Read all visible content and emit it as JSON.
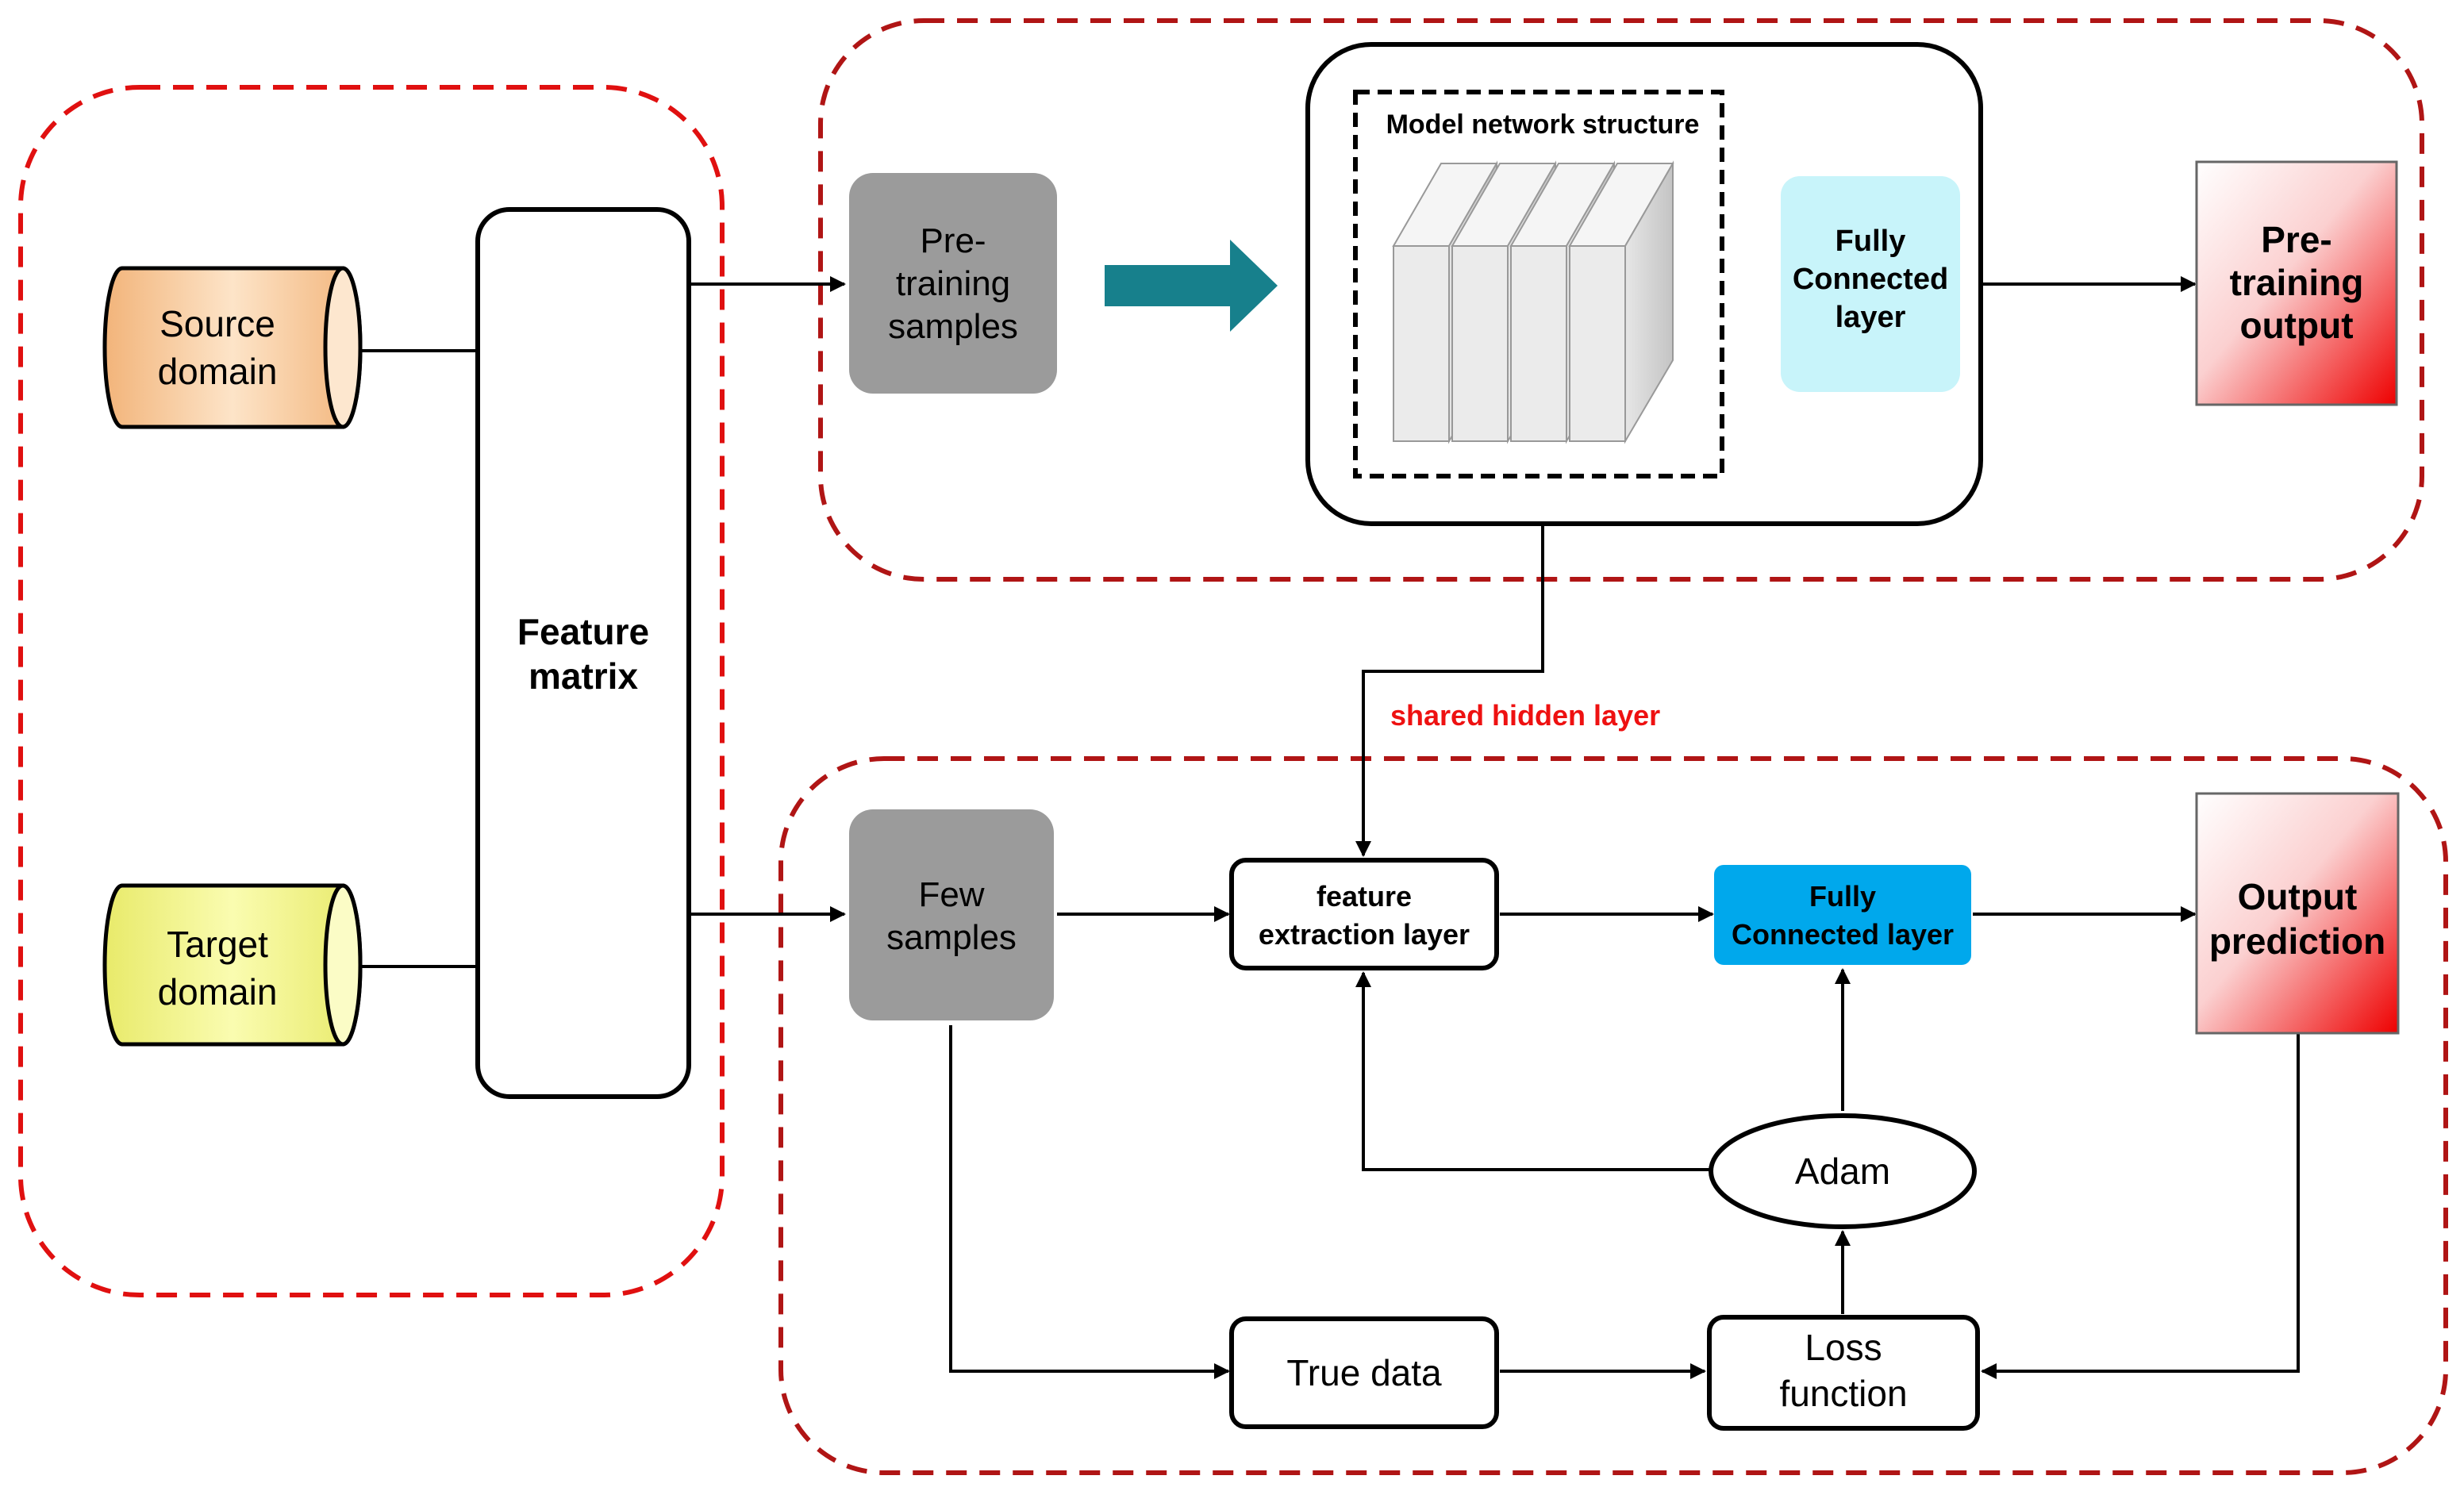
{
  "source_domain": {
    "line1": "Source",
    "line2": "domain"
  },
  "target_domain": {
    "line1": "Target",
    "line2": "domain"
  },
  "feature_matrix": {
    "line1": "Feature",
    "line2": "matrix"
  },
  "pretraining_samples": {
    "line1": "Pre-",
    "line2": "training",
    "line3": "samples"
  },
  "model_network_structure": "Model network structure",
  "fc_top": {
    "line1": "Fully",
    "line2": "Connected",
    "line3": "layer"
  },
  "pretraining_output": {
    "line1": "Pre-",
    "line2": "training",
    "line3": "output"
  },
  "shared_hidden_layer": "shared hidden layer",
  "few_samples": {
    "line1": "Few",
    "line2": "samples"
  },
  "feature_extraction": {
    "line1": "feature",
    "line2": "extraction layer"
  },
  "fc_bottom": {
    "line1": "Fully",
    "line2": "Connected layer"
  },
  "output_prediction": {
    "line1": "Output",
    "line2": "prediction"
  },
  "adam": "Adam",
  "true_data": "True data",
  "loss_function": {
    "line1": "Loss",
    "line2": "function"
  },
  "colors": {
    "dashed_region": "#e01010",
    "dashed_region_dark": "#b01515",
    "source_cylinder": "#f8cfa0",
    "target_cylinder": "#f4f48c",
    "grey_box": "#9b9b9b",
    "teal_arrow": "#17808c",
    "fc_light": "#c8f4fa",
    "fc_blue": "#00a8ec",
    "shared_label": "#ee1111",
    "output_gradient_end": "#ee0000"
  }
}
